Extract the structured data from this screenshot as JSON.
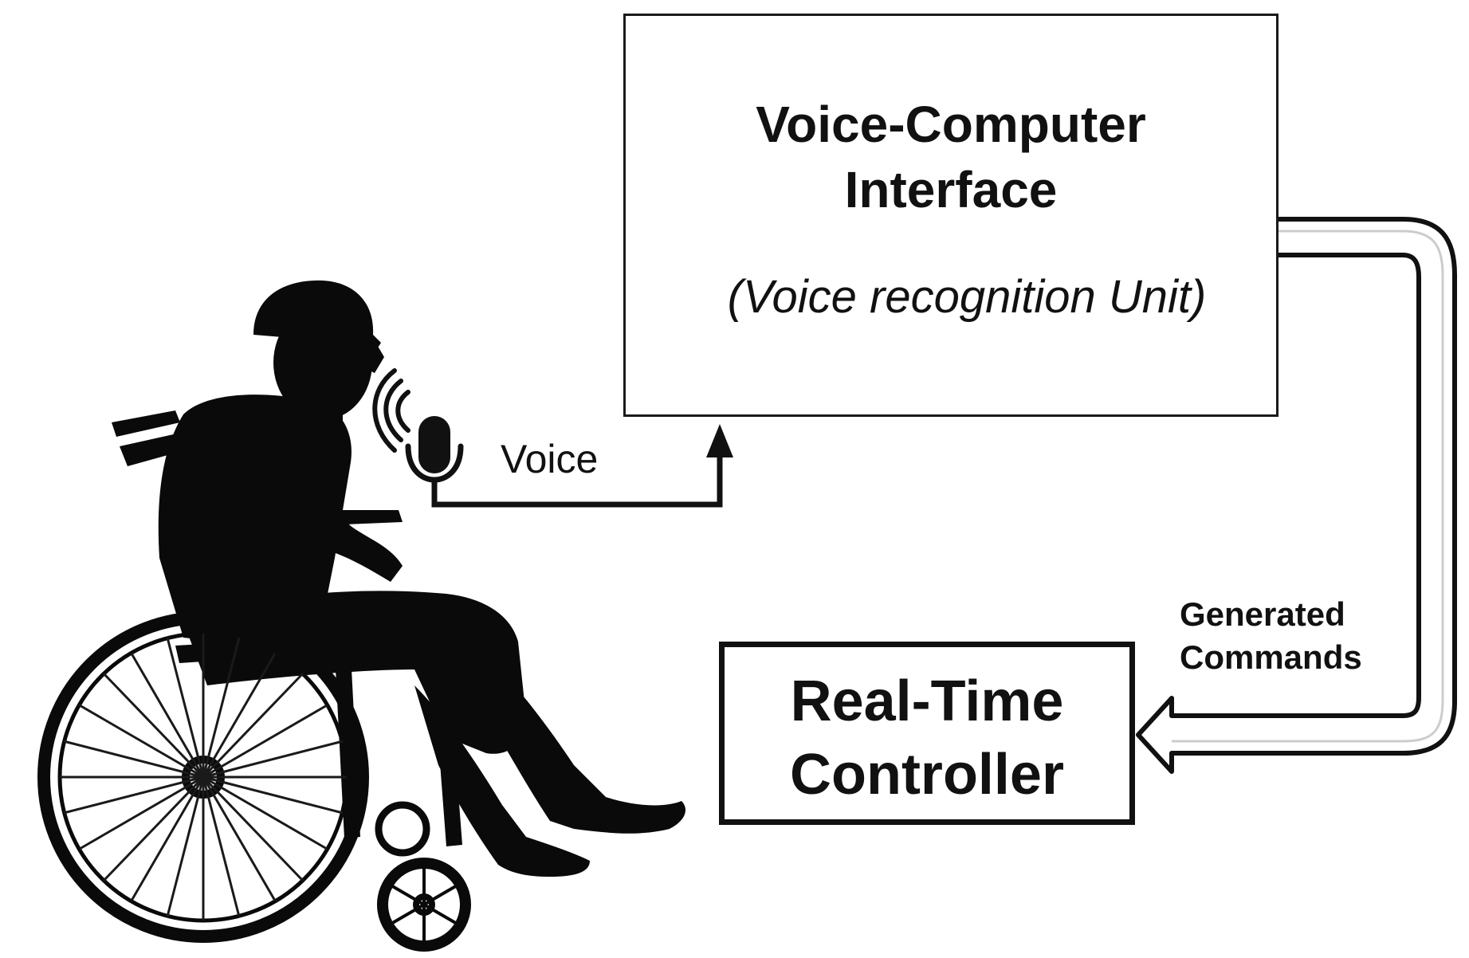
{
  "diagram": {
    "voice_computer_interface": {
      "title_line1": "Voice-Computer",
      "title_line2": "Interface",
      "subtitle": "(Voice recognition Unit)"
    },
    "real_time_controller": {
      "title_line1": "Real-Time",
      "title_line2": "Controller"
    },
    "voice_label": "Voice",
    "generated_commands_label_line1": "Generated",
    "generated_commands_label_line2": "Commands",
    "icons": {
      "person": "wheelchair-user-silhouette",
      "microphone": "microphone-icon"
    },
    "colors": {
      "ink": "#111111",
      "background": "#ffffff"
    }
  }
}
